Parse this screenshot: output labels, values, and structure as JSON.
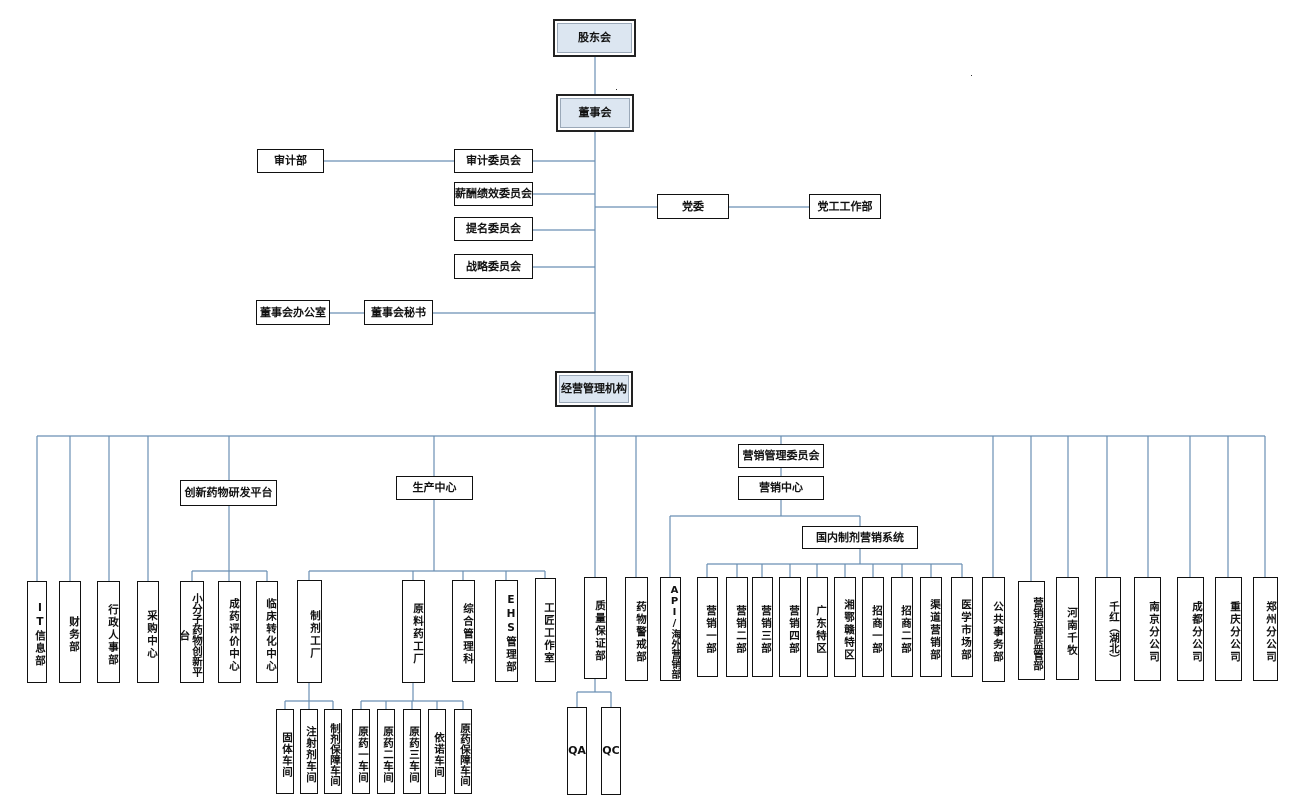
{
  "nodes": {
    "shareholders": "股东会",
    "board": "董事会",
    "audit_dept": "审计部",
    "audit_committee": "审计委员会",
    "compensation_committee": "薪酬绩效委员会",
    "nomination_committee": "提名委员会",
    "strategy_committee": "战略委员会",
    "party_committee": "党委",
    "party_work_dept": "党工工作部",
    "board_office": "董事会办公室",
    "board_secretary": "董事会秘书",
    "management": "经营管理机构",
    "it_dept": "IT信息部",
    "finance_dept": "财务部",
    "admin_hr_dept": "行政人事部",
    "procurement_center": "采购中心",
    "rd_platform": "创新药物研发平台",
    "small_molecule_platform": "小分子药物创新平台",
    "generic_eval_center": "成药评价中心",
    "clinical_translation_center": "临床转化中心",
    "production_center": "生产中心",
    "formulation_factory": "制剂工厂",
    "api_factory": "原料药工厂",
    "general_mgmt": "综合管理科",
    "ehs_dept": "EHS管理部",
    "craftsman_studio": "工匠工作室",
    "solid_workshop": "固体车间",
    "injection_workshop": "注射剂车间",
    "formulation_support_workshop": "制剂保障车间",
    "api_workshop_1": "原药一车间",
    "api_workshop_2": "原药二车间",
    "api_workshop_3": "原药三车间",
    "yinuo_workshop": "依诺车间",
    "api_support_workshop": "原药保障车间",
    "qa_dept": "质量保证部",
    "qa": "QA",
    "qc": "QC",
    "pharmacovigilance_dept": "药物警戒部",
    "marketing_committee": "营销管理委员会",
    "marketing_center": "营销中心",
    "api_overseas_dept": "API/海外营销部",
    "domestic_marketing_system": "国内制剂营销系统",
    "marketing_1": "营销一部",
    "marketing_2": "营销二部",
    "marketing_3": "营销三部",
    "marketing_4": "营销四部",
    "guangdong_zone": "广东特区",
    "xiang_e_gan_zone": "湘鄂赣特区",
    "investment_1": "招商一部",
    "investment_2": "招商二部",
    "channel_marketing": "渠道营销部",
    "medical_market": "医学市场部",
    "public_affairs": "公共事务部",
    "marketing_ops_supervision": "营销运营监管部",
    "henan_qianmu": "河南千牧",
    "qianhong_hubei": "千红（湖北）",
    "nanjing_branch": "南京分公司",
    "chengdu_branch": "成都分公司",
    "chongqing_branch": "重庆分公司",
    "zhengzhou_branch": "郑州分公司"
  }
}
